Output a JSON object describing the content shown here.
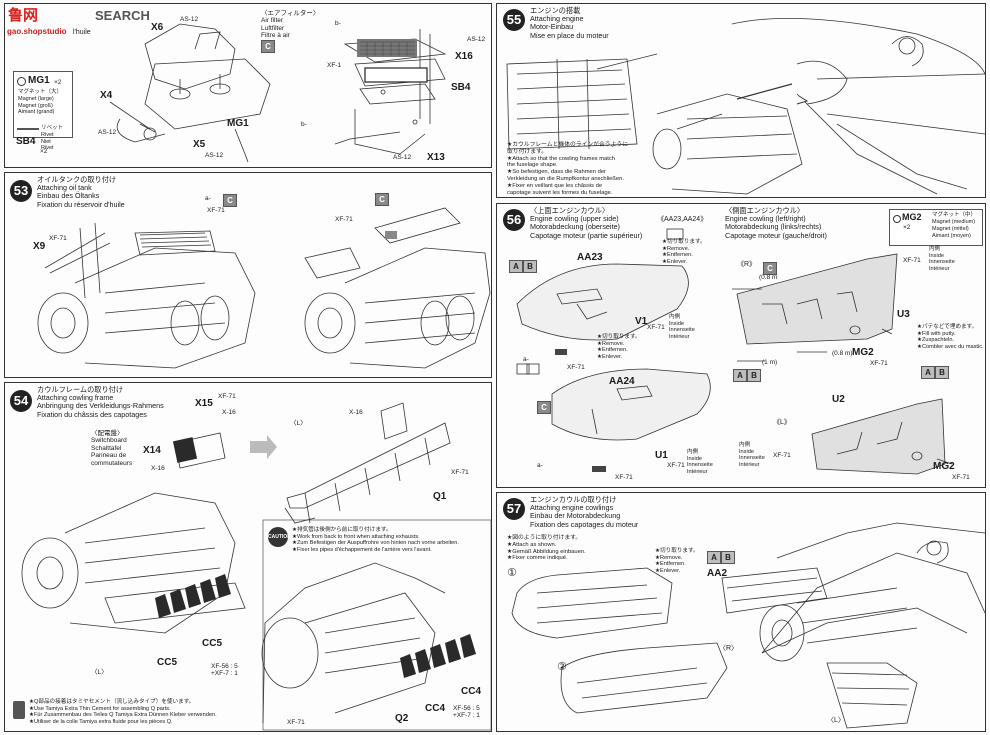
{
  "watermark": {
    "cn": "鲁网",
    "search": "SEARCH",
    "site": "gao.shopstudio"
  },
  "top_left": {
    "labels": {
      "x6": "X6",
      "as12a": "AS-12",
      "x4": "X4",
      "as12b": "AS-12",
      "mg1": "MG1",
      "x5": "X5",
      "as12c": "AS-12"
    },
    "cont": "l'huile",
    "mg1_box": {
      "code": "MG1",
      "qty": "×2",
      "lines": "マグネット（大）\nMagnet (large)\nMagnet (groß)\nAimant (grand)"
    },
    "sb4_box": {
      "code": "SB4",
      "qty": "×2",
      "lines": "リベット\nRivet\nNiet\nRivet"
    }
  },
  "air_filter": {
    "title": "〈エアフィルター〉\nAir filter\nLuftfilter\nFiltre à air",
    "sq": "C",
    "labels": {
      "b8": "b-",
      "xf1": "XF-1",
      "as12a": "AS-12",
      "x16": "X16",
      "sb4": "SB4",
      "b1": "b-",
      "as12b": "AS-12",
      "x13": "X13"
    }
  },
  "step53": {
    "num": "53",
    "title": "オイルタンクの取り付け\nAttaching oil tank\nEinbau des Öltanks\nFixation du réservoir d'huile",
    "labels": {
      "a5": "a-",
      "sq": "C",
      "xf71a": "XF-71",
      "x9": "X9",
      "xf71b": "XF-71",
      "xf71c": "XF-71",
      "sq2": "C"
    }
  },
  "step54": {
    "num": "54",
    "title": "カウルフレームの取り付け\nAttaching cowling frame\nAnbringung des Verkleidungs-Rahmens\nFixation du châssis des capotages",
    "switch": "〈配電盤〉\nSwitchboard\nSchalttafel\nPanneau de\ncommutateurs",
    "labels": {
      "x15": "X15",
      "xf71": "XF-71",
      "x16": "X-16",
      "x14": "X14",
      "x16b": "X-16",
      "l1": "〈L〉",
      "x16c": "X-16",
      "xf71b": "XF-71",
      "q1": "Q1",
      "cc5": "CC5",
      "cc5b": "CC5",
      "mix1": "XF-56 : 5\n+XF-7 : 1",
      "l2": "〈L〉",
      "xf71c": "XF-71",
      "q2": "Q2",
      "cc4": "CC4",
      "cc4b": "CC4",
      "mix2": "XF-56 : 5\n+XF-7 : 1"
    },
    "caution_mark": "CAUTION",
    "exhaust_note": "★排気管は後側から前に取り付けます。\n★Work from back to front when attaching exhausts.\n★Zum Befestigen der Auspuffrohre von hinten nach vorne arbeiten.\n★Fixer les pipes d'échappement de l'arrière vers l'avant.",
    "cement_note": "★Q部品の接着はタミヤセメント（流し込みタイプ）を使います。\n★Use Tamiya Extra Thin Cement for assembling Q parts.\n★Für Zusammenbau des Teiles Q Tamiya Extra Dünnen Kleber verwenden.\n★Utiliser de la colle Tamiya extra fluide pour les pièces Q."
  },
  "step55": {
    "num": "55",
    "title": "エンジンの搭載\nAttaching engine\nMotor-Einbau\nMise en place du moteur",
    "note": "★カウルフレームと機体のラインが合うように\n取り付けます。\n★Attach so that the cowling frames match\nthe fuselage shape.\n★So befestigen, dass die Rahmen der\nVerkleidung an die Rumpfkontur anschließen.\n★Fixer en veillant que les châssis de\ncapotage suivent les formes du fuselage."
  },
  "step56": {
    "num": "56",
    "title": "〈上面エンジンカウル〉\nEngine cowling (upper side)\nMotorabdeckung (oberseite)\nCapotage moteur (partie supérieur)",
    "title2": "〈側面エンジンカウル〉\nEngine cowling (left/right)\nMotorabdeckung (links/rechts)\nCapotage moteur (gauche/droit)",
    "aa_sets": "《AA23,AA24》",
    "remove": "★切り取ります。\n★Remove.\n★Entfernen.\n★Enlever.",
    "mg2_box": {
      "code": "MG2",
      "qty": "×2",
      "lines": "マグネット（中）\nMagnet (medium)\nMagnet (mittel)\nAimant (moyen)"
    },
    "labels": {
      "aa23": "AA23",
      "v1": "V1",
      "xf71": "XF-71",
      "inside1": "内側\nInside\nInnenseite\nIntérieur",
      "remove2": "★切り取ります。\n★Remove.\n★Entfernen.\n★Enlever.",
      "a7": "a-",
      "xf71b": "XF-71",
      "aa24": "AA24",
      "sqc": "C",
      "u1": "U1",
      "xf71c": "XF-71",
      "inside2": "内側\nInside\nInnenseite\nIntérieur",
      "a7b": "a-",
      "xf71d": "XF-71",
      "r": "《R》",
      "sqc2": "C",
      "len1": "(0.8 m",
      "inside3": "内側\nInside\nInnenseite\nIntérieur",
      "xf71e": "XF-71",
      "u3": "U3",
      "len2": "(0.8 m)",
      "len3": "(1 m)",
      "putty": "★パテなどで埋めます。\n★Fill with putty.\n★Zuspachteln.\n★Combler avec du mastic.",
      "mg2": "MG2",
      "xf71f": "XF-71",
      "l": "《L》",
      "u2": "U2",
      "inside4": "内側\nInside\nInnenseite\nIntérieur",
      "xf71g": "XF-71",
      "mg2b": "MG2",
      "xf71h": "XF-71"
    }
  },
  "step57": {
    "num": "57",
    "title": "エンジンカウルの取り付け\nAttaching engine cowlings\nEinbau der Motorabdeckung\nFixation des capotages du moteur",
    "note": "★図のように取り付けます。\n★Attach as shown.\n★Gemäß Abbildung einbauen.\n★Fixer comme indiqué.",
    "remove": "★切り取ります。\n★Remove.\n★Entfernen.\n★Enlever.",
    "labels": {
      "c1": "①",
      "c2": "②",
      "aa2": "AA2",
      "r": "〈R〉",
      "l": "〈L〉"
    }
  },
  "squares": {
    "a": "A",
    "b": "B",
    "c": "C"
  }
}
